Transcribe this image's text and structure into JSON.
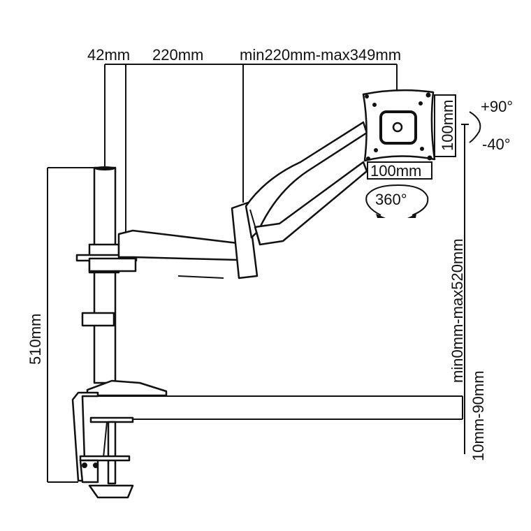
{
  "dimensions": {
    "top_offset": "42mm",
    "top_arm1": "220mm",
    "top_arm2": "min220mm-max349mm",
    "pole_height": "510mm",
    "vesa_height": "100mm",
    "vesa_width": "100mm",
    "tilt_up": "+90°",
    "tilt_down": "-40°",
    "rotation": "360°",
    "height_range": "min0mm-max520mm",
    "desk_thickness": "10mm-90mm"
  }
}
